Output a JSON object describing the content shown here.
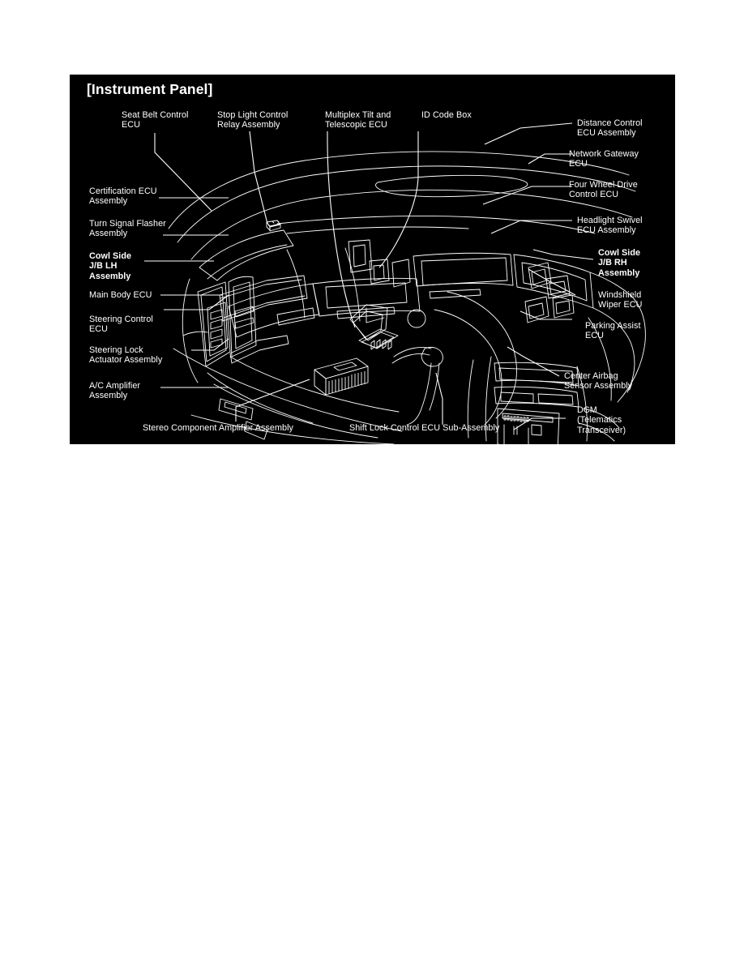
{
  "figure": {
    "title": "[Instrument Panel]",
    "background_color": "#000000",
    "line_color": "#ffffff",
    "text_color": "#ffffff",
    "labels_left": [
      {
        "id": "certification-ecu-assembly",
        "text": "Certification ECU\nAssembly",
        "bold": false
      },
      {
        "id": "turn-signal-flasher-assembly",
        "text": "Turn Signal Flasher\nAssembly",
        "bold": false
      },
      {
        "id": "cowl-side-jb-lh-assembly",
        "text": "Cowl Side\nJ/B LH\nAssembly",
        "bold": true
      },
      {
        "id": "main-body-ecu",
        "text": "Main Body ECU",
        "bold": false
      },
      {
        "id": "steering-control-ecu",
        "text": "Steering Control\nECU",
        "bold": false
      },
      {
        "id": "steering-lock-actuator-assembly",
        "text": "Steering Lock\nActuator Assembly",
        "bold": false
      },
      {
        "id": "ac-amplifier-assembly",
        "text": "A/C Amplifier\nAssembly",
        "bold": false
      }
    ],
    "labels_top": [
      {
        "id": "seat-belt-control-ecu",
        "text": "Seat Belt Control\nECU",
        "bold": false
      },
      {
        "id": "stop-light-control-relay-assembly",
        "text": "Stop Light Control\nRelay Assembly",
        "bold": false
      },
      {
        "id": "multiplex-tilt-and-telescopic-ecu",
        "text": "Multiplex Tilt and\nTelescopic ECU",
        "bold": false
      },
      {
        "id": "id-code-box",
        "text": "ID Code Box",
        "bold": false
      }
    ],
    "labels_right": [
      {
        "id": "distance-control-ecu-assembly",
        "text": "Distance Control\nECU Assembly",
        "bold": false
      },
      {
        "id": "network-gateway-ecu",
        "text": "Network Gateway\nECU",
        "bold": false
      },
      {
        "id": "four-wheel-drive-control-ecu",
        "text": "Four Wheel Drive\nControl ECU",
        "bold": false
      },
      {
        "id": "headlight-swivel-ecu-assembly",
        "text": "Headlight Swivel\nECU Assembly",
        "bold": false
      },
      {
        "id": "cowl-side-jb-rh-assembly",
        "text": "Cowl Side\nJ/B RH\nAssembly",
        "bold": true
      },
      {
        "id": "windshield-wiper-ecu",
        "text": "Windshield\nWiper ECU",
        "bold": false
      },
      {
        "id": "parking-assist-ecu",
        "text": "Parking Assist\nECU",
        "bold": false
      },
      {
        "id": "center-airbag-sensor-assembly",
        "text": "Center Airbag\nSensor Assembly",
        "bold": false
      },
      {
        "id": "dcm-telematics-transceiver",
        "text": "DCM\n(Telematics\nTransceiver)",
        "bold": false
      }
    ],
    "labels_bottom": [
      {
        "id": "stereo-component-amplifier-assembly",
        "text": "Stereo Component Amplifier Assembly",
        "bold": false
      },
      {
        "id": "shift-lock-control-ecu-sub-assembly",
        "text": "Shift Lock Control ECU Sub-Assembly",
        "bold": false
      }
    ]
  }
}
